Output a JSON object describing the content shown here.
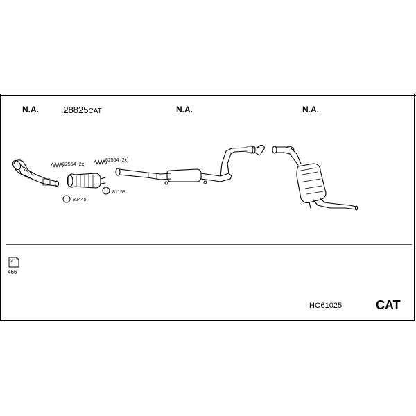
{
  "labels": {
    "na_left": "N.A.",
    "part_main_num": "28825",
    "part_main_suffix": "CAT",
    "part_main_prefix": ".",
    "na_mid": "N.A.",
    "na_right": "N.A."
  },
  "parts": {
    "clamp_left": "82554 (2x)",
    "clamp_right": "82554 (2x)",
    "gasket_left": "82445",
    "gasket_right": "81158"
  },
  "footer": {
    "sheet_ref_top": "3",
    "sheet_ref_bottom": "466",
    "doc_code": "HO61025",
    "category": "CAT"
  }
}
